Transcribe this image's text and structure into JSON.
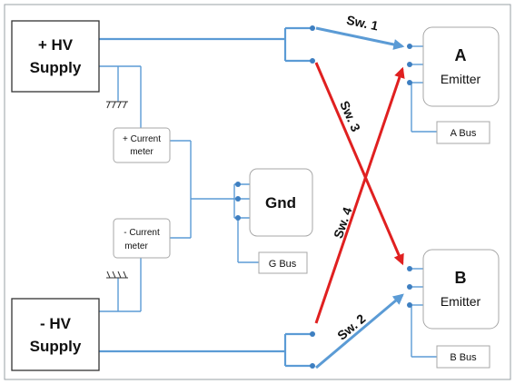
{
  "supplies": {
    "plus": [
      "+ HV",
      "Supply"
    ],
    "minus": [
      "- HV",
      "Supply"
    ]
  },
  "meters": {
    "plus": [
      "+ Current",
      "meter"
    ],
    "minus": [
      "- Current",
      "meter"
    ]
  },
  "gnd": {
    "label": "Gnd",
    "bus": "G Bus"
  },
  "emitters": {
    "a": {
      "letter": "A",
      "label": "Emitter",
      "bus": "A Bus"
    },
    "b": {
      "letter": "B",
      "label": "Emitter",
      "bus": "B Bus"
    }
  },
  "switches": {
    "sw1": "Sw. 1",
    "sw2": "Sw. 2",
    "sw3": "Sw. 3",
    "sw4": "Sw. 4"
  },
  "colors": {
    "wire": "#5b9bd5",
    "switch_straight": "#5b9bd5",
    "switch_cross": "#e02020"
  }
}
